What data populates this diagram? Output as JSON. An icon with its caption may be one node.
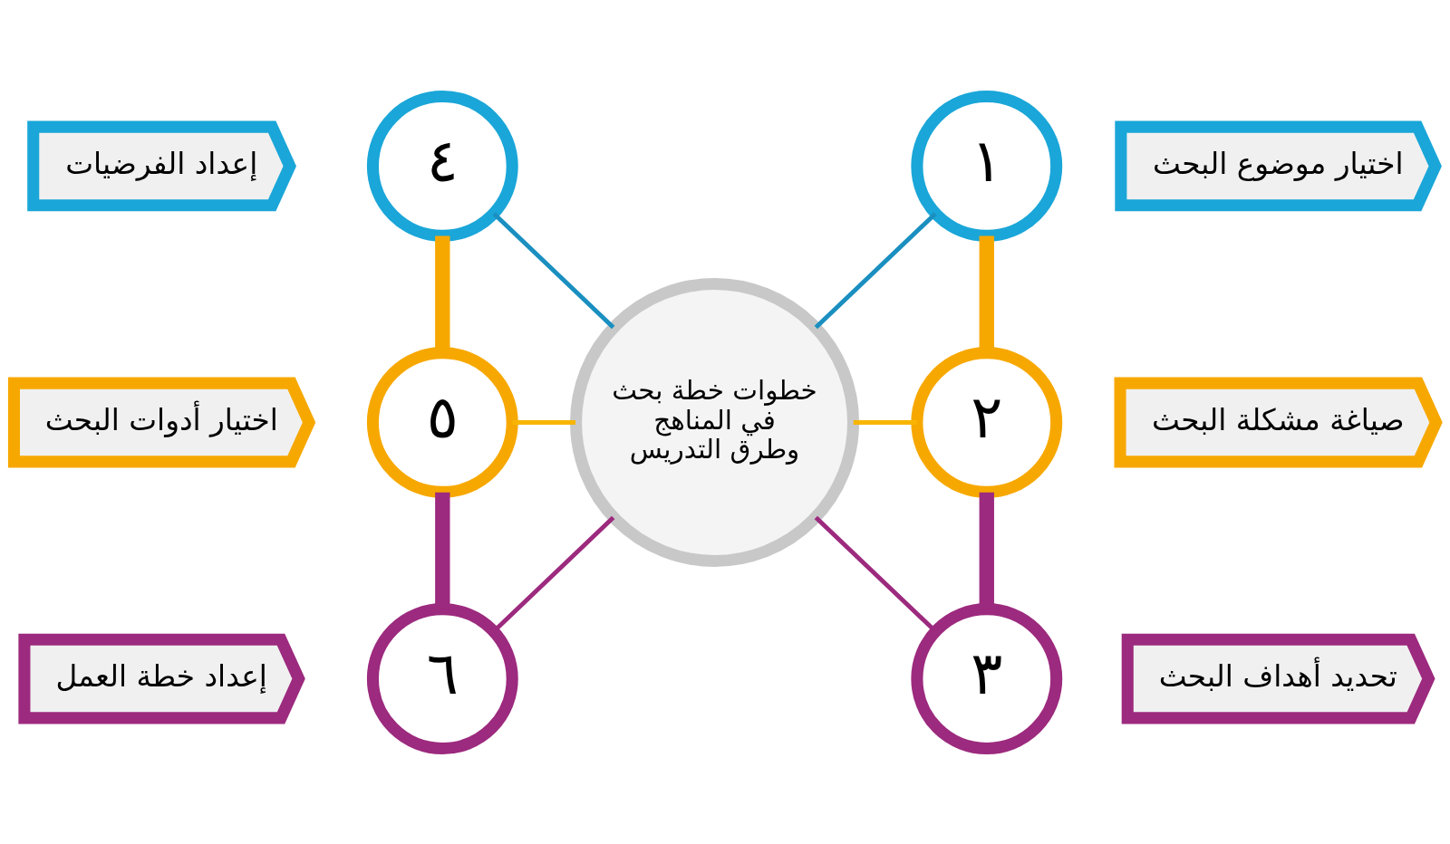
{
  "diagram": {
    "nodes": [
      {
        "text": [
          "خطوات خطة بحث في المناهج وطرق التدريس"
        ]
      },
      {
        "text": [
          "١"
        ]
      },
      {
        "text": [
          "اختيار موضوع البحث"
        ]
      },
      {
        "text": [
          "٢"
        ]
      },
      {
        "text": [
          "صياغة مشكلة البحث"
        ]
      },
      {
        "text": [
          "٣"
        ]
      },
      {
        "text": [
          "تحديد أهداف البحث"
        ]
      },
      {
        "text": [
          "٤"
        ]
      },
      {
        "text": [
          "إعداد الفرضيات"
        ]
      },
      {
        "text": [
          "٥"
        ]
      },
      {
        "text": [
          "اختيار أدوات البحث"
        ]
      },
      {
        "text": [
          "٦"
        ]
      },
      {
        "text": [
          "إعداد خطة العمل"
        ]
      }
    ],
    "edges": [
      {
        "from": 0,
        "to": 1,
        "arrow": "none",
        "color": "#1a8fc0"
      },
      {
        "from": 0,
        "to": 3,
        "arrow": "none",
        "color": "#f7b500"
      },
      {
        "from": 0,
        "to": 5,
        "arrow": "none",
        "color": "#9c2a7e"
      },
      {
        "from": 7,
        "to": 0,
        "arrow": "none",
        "color": "#1a8fc0"
      },
      {
        "from": 9,
        "to": 0,
        "arrow": "none",
        "color": "#f7b500"
      },
      {
        "from": 11,
        "to": 0,
        "arrow": "none",
        "color": "#9c2a7e"
      },
      {
        "from": 1,
        "to": 3,
        "arrow": "none",
        "style": "thick",
        "color": "#f7a800"
      },
      {
        "from": 3,
        "to": 5,
        "arrow": "none",
        "style": "thick",
        "color": "#9c2a7e"
      },
      {
        "from": 7,
        "to": 9,
        "arrow": "none",
        "style": "thick",
        "color": "#f7a800"
      },
      {
        "from": 9,
        "to": 11,
        "arrow": "none",
        "style": "thick",
        "color": "#9c2a7e"
      }
    ]
  }
}
